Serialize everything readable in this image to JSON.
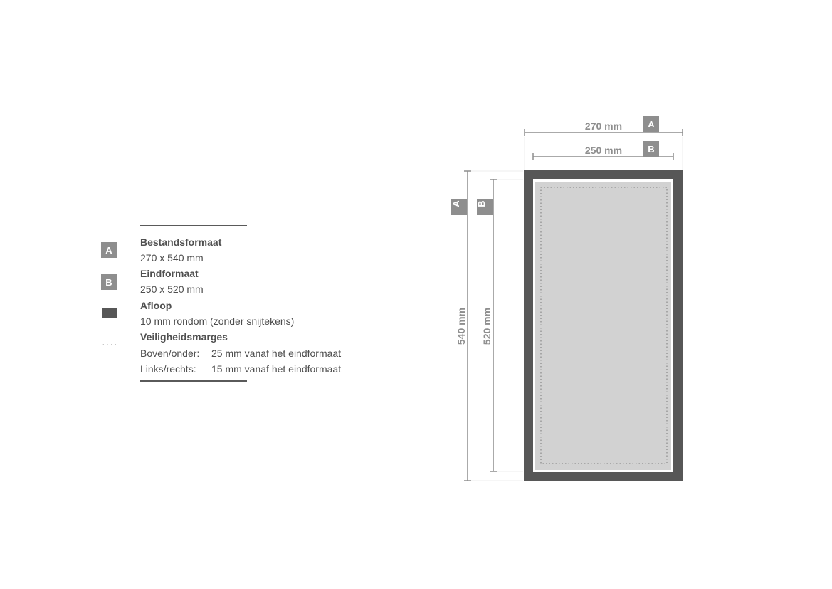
{
  "legend": {
    "items": [
      {
        "badge": "A",
        "title": "Bestandsformaat",
        "value": "270 x 540 mm"
      },
      {
        "badge": "B",
        "title": "Eindformaat",
        "value": "250 x 520 mm"
      },
      {
        "swatch": "bleed-swatch",
        "title": "Afloop",
        "value": "10 mm rondom (zonder snijtekens)"
      },
      {
        "marker": "····",
        "title": "Veiligheidsmarges"
      }
    ],
    "margins": [
      {
        "label": "Boven/onder:",
        "value": "25 mm vanaf het eindformaat"
      },
      {
        "label": "Links/rechts:",
        "value": "15 mm vanaf het eindformaat"
      }
    ]
  },
  "diagram": {
    "width_a": "270 mm",
    "width_b": "250 mm",
    "height_a": "540 mm",
    "height_b": "520 mm",
    "badge_a": "A",
    "badge_b": "B"
  },
  "colors": {
    "bleed": "#575757",
    "trim_border": "#ffffff",
    "safe_area": "#d2d2d2",
    "badge": "#8e8e8e",
    "text": "#4d4d4d"
  }
}
